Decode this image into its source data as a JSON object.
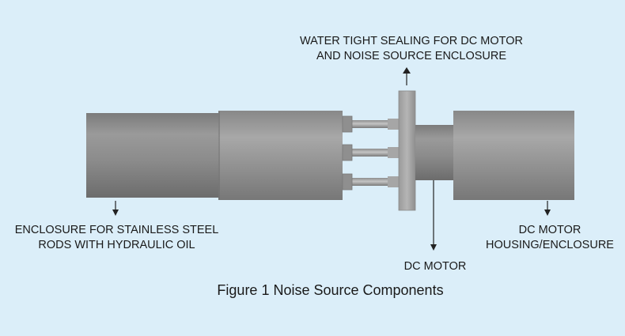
{
  "labels": {
    "sealing_line1": "WATER TIGHT SEALING FOR DC MOTOR",
    "sealing_line2": "AND NOISE SOURCE ENCLOSURE",
    "enclosure_line1": "ENCLOSURE FOR STAINLESS STEEL",
    "enclosure_line2": "RODS WITH HYDRAULIC OIL",
    "dc_motor": "DC MOTOR",
    "housing_line1": "DC MOTOR",
    "housing_line2": "HOUSING/ENCLOSURE"
  },
  "caption": "Figure 1 Noise Source Components",
  "colors": {
    "background": "#dbeef9",
    "metal": "#8a8a8a",
    "text": "#1a1a1a"
  }
}
